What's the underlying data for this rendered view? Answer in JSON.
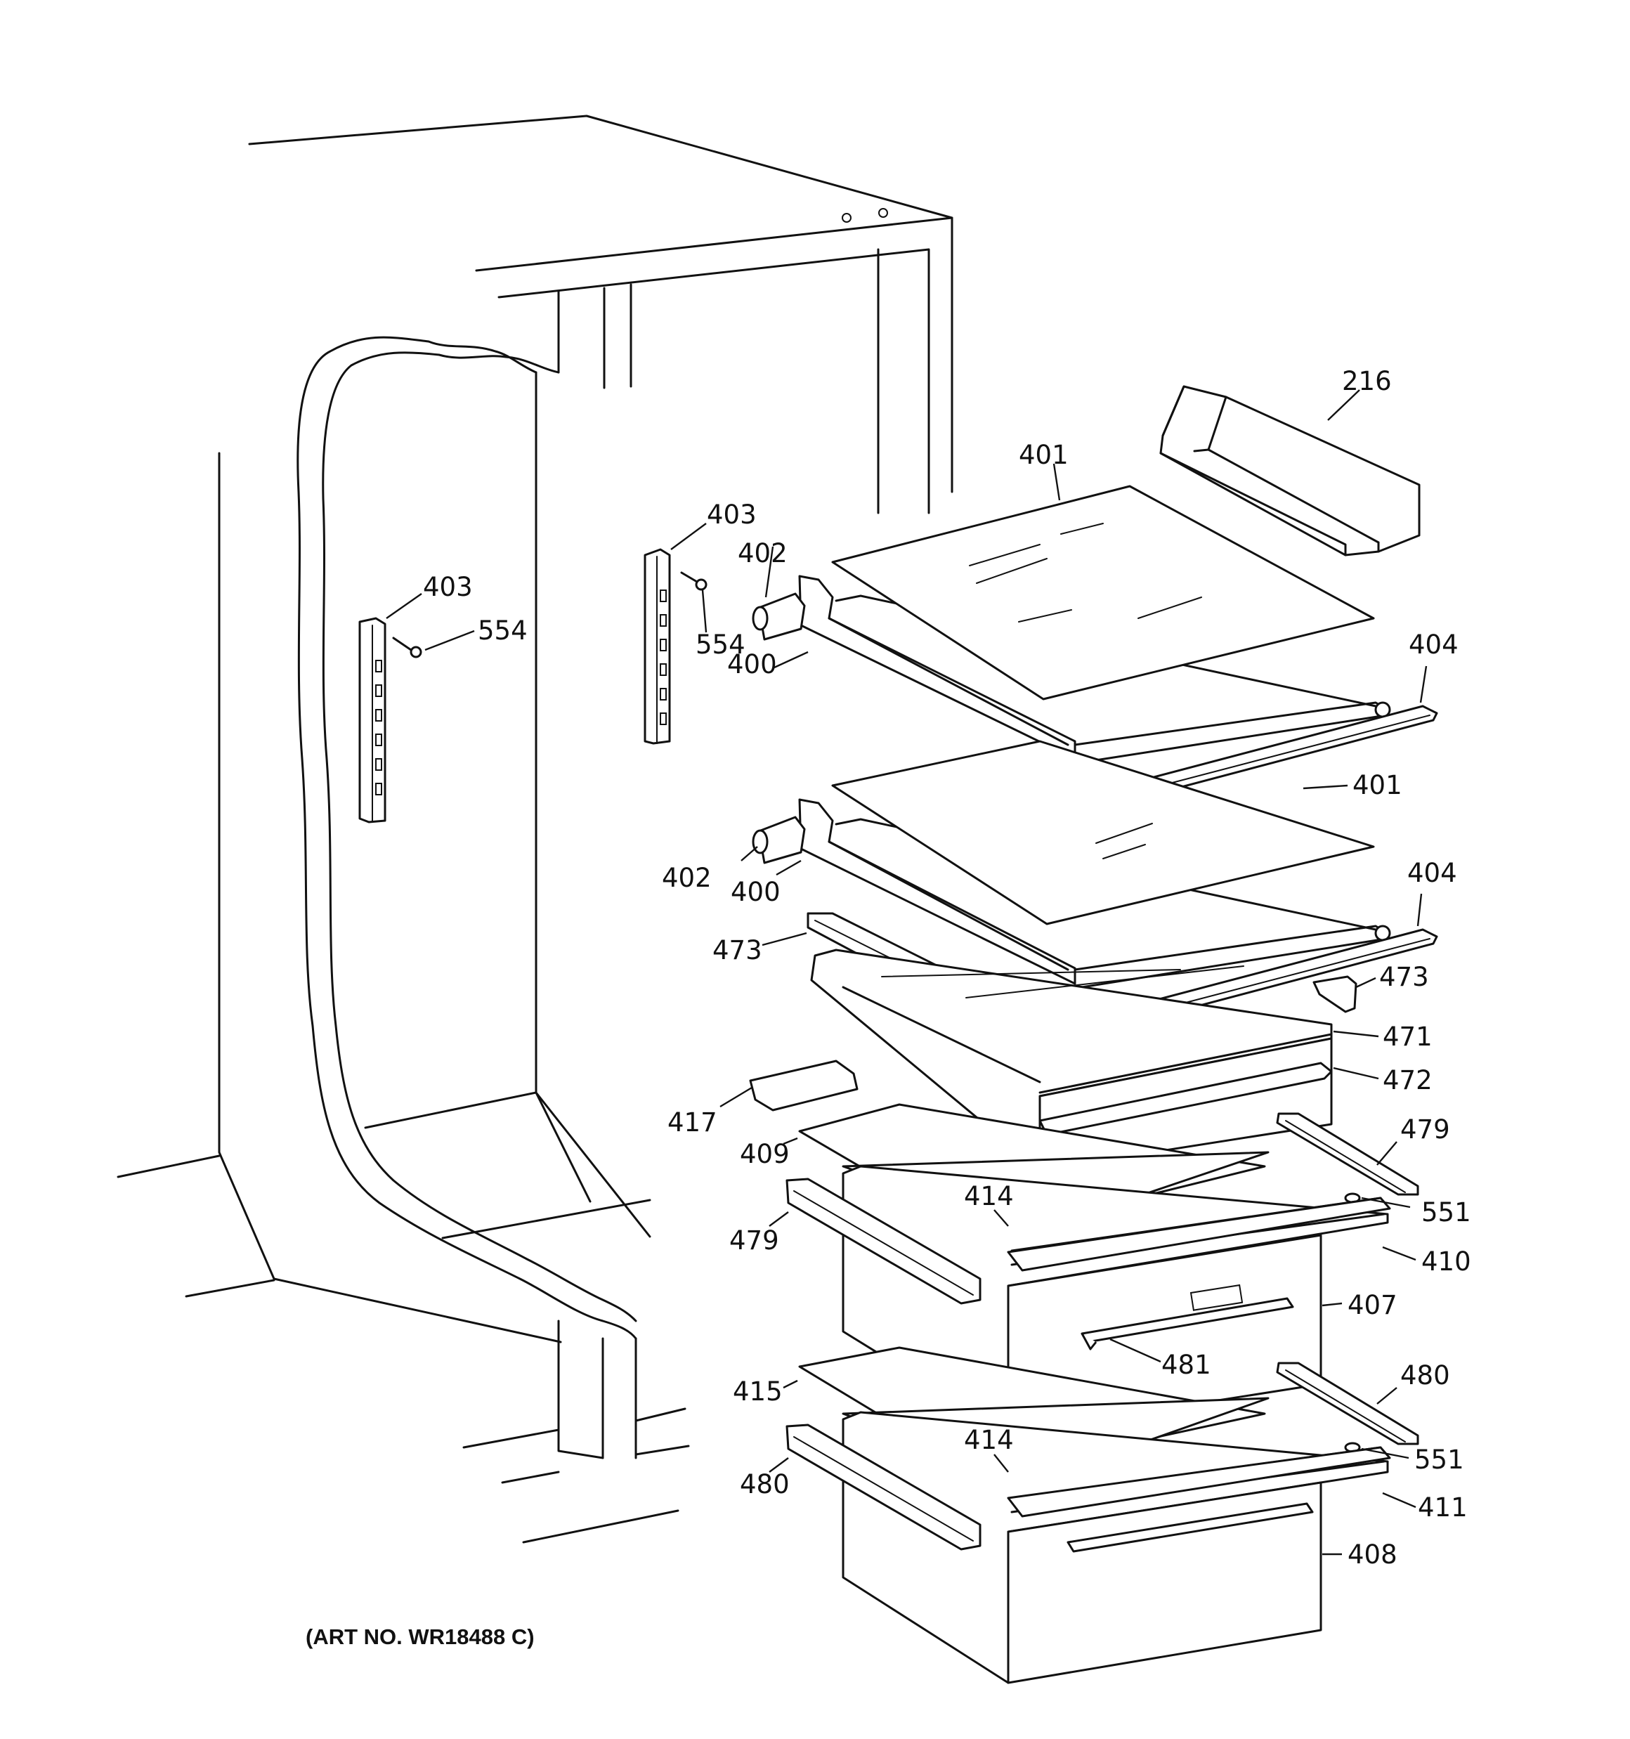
{
  "art_number": "(ART NO. WR18488 C)",
  "callouts": {
    "c216": "216",
    "c401a": "401",
    "c403a": "403",
    "c402a": "402",
    "c403b": "403",
    "c554a": "554",
    "c554b": "554",
    "c400a": "400",
    "c404a": "404",
    "c401b": "401",
    "c402b": "402",
    "c400b": "400",
    "c404b": "404",
    "c473a": "473",
    "c473b": "473",
    "c471": "471",
    "c472": "472",
    "c417": "417",
    "c479a": "479",
    "c409": "409",
    "c414a": "414",
    "c551a": "551",
    "c479b": "479",
    "c410": "410",
    "c407": "407",
    "c481": "481",
    "c480a": "480",
    "c415": "415",
    "c414b": "414",
    "c551b": "551",
    "c480b": "480",
    "c411": "411",
    "c408": "408"
  }
}
